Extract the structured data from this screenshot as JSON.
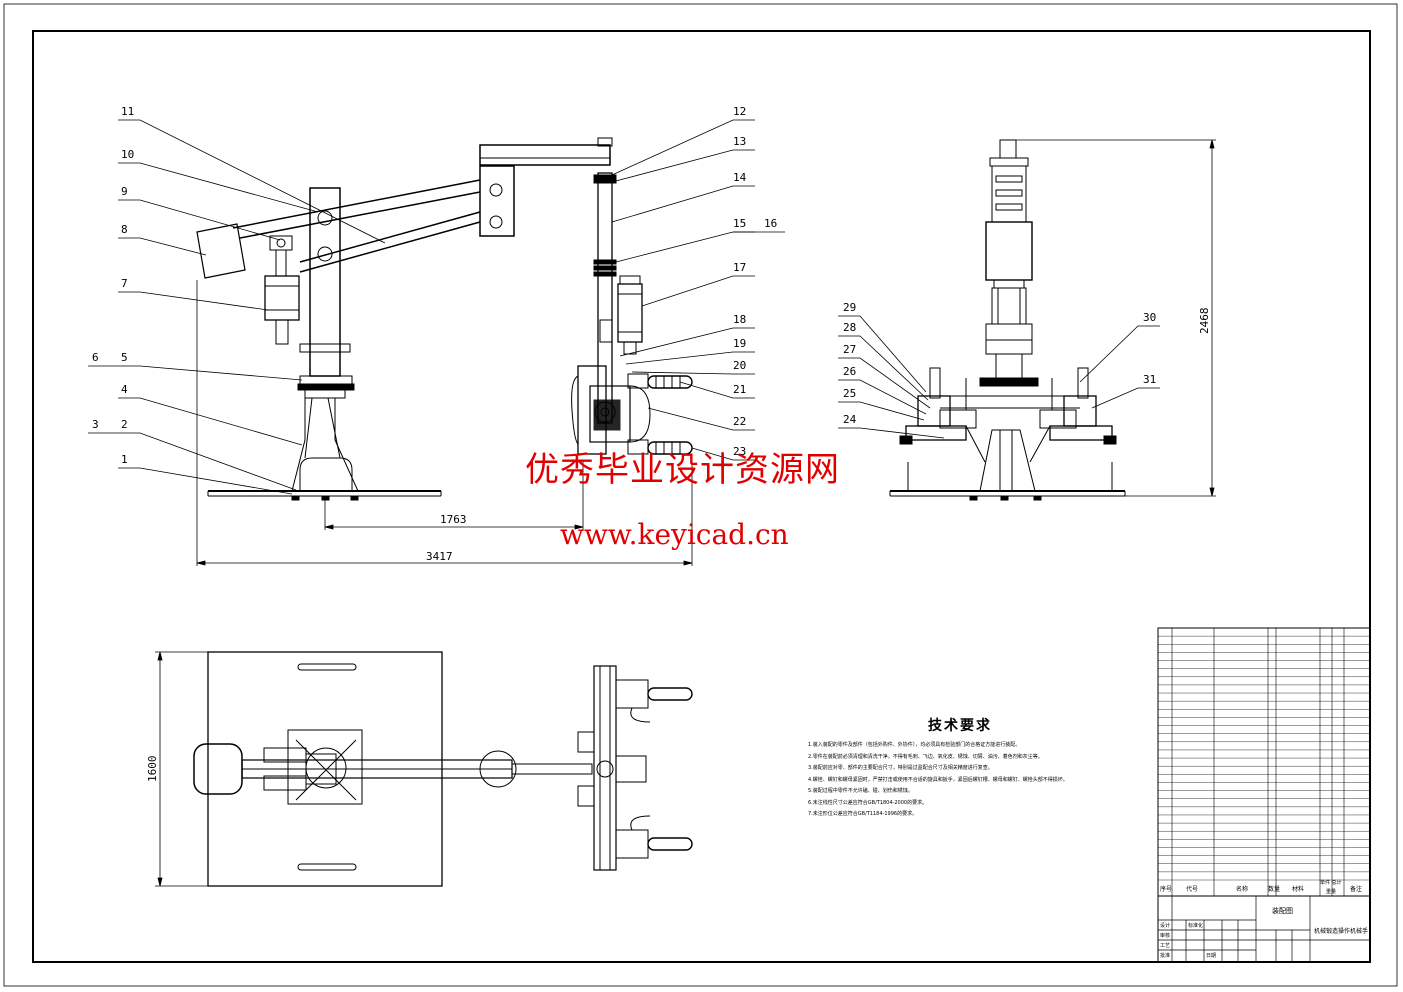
{
  "balloons": [
    "1",
    "2",
    "3",
    "4",
    "5",
    "6",
    "7",
    "8",
    "9",
    "10",
    "11",
    "12",
    "13",
    "14",
    "15",
    "16",
    "17",
    "18",
    "19",
    "20",
    "21",
    "22",
    "23",
    "24",
    "25",
    "26",
    "27",
    "28",
    "29",
    "30",
    "31"
  ],
  "dimensions": {
    "d1763": "1763",
    "d3417": "3417",
    "d2468": "2468",
    "d1600": "1600"
  },
  "watermark": {
    "cn": "优秀毕业设计资源网",
    "url": "www.keyicad.cn"
  },
  "tech": {
    "title": "技术要求",
    "notes": [
      "1.装入装配的零件及部件（包括外购件、外协件），均必须具有检验部门的合格证方能进行装配。",
      "2.零件在装配前必须清理和清洗干净，不得有毛刺、飞边、氧化皮、锈蚀、切屑、油污、着色剂和灰尘等。",
      "3.装配前应对零、部件的主要配合尺寸，特别是过盈配合尺寸及相关精度进行复查。",
      "4.螺栓、螺钉和螺母紧固时，严禁打击或使用不合适的旋具和扳手，紧固后螺钉槽、螺母和螺钉、螺栓头部不得损坏。",
      "5.装配过程中零件不允许磕、碰、划伤和锈蚀。",
      "6.未注线性尺寸公差应符合GB/T1804-2000的要求。",
      "7.未注形位公差应符合GB/T1184-1996的要求。"
    ]
  },
  "titleblock": {
    "header": {
      "no": "序号",
      "code": "代号",
      "name": "名称",
      "qty": "数量",
      "material": "材料",
      "weight": "单件 总计",
      "mass": "重量",
      "remark": "备注"
    },
    "unit_label": "装配图",
    "drawing_title": "机械锻造操作机械手",
    "rows": [
      "设计",
      "审核",
      "工艺",
      "标准化",
      "批准",
      "日期"
    ]
  }
}
